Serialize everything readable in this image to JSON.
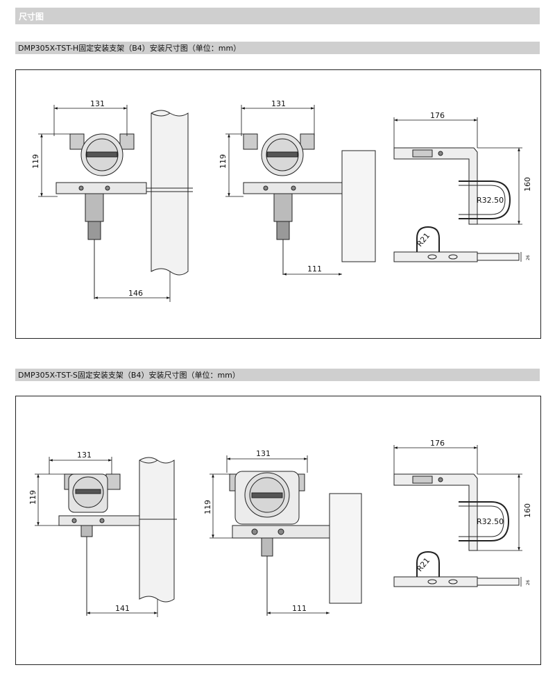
{
  "section_title": "尺寸图",
  "diagrams": [
    {
      "title": "DMP305X-TST-H固定安装支架（B4）安装尺寸图（单位：mm）",
      "pipe_mount": {
        "width": "131",
        "height": "119",
        "offset": "146"
      },
      "wall_mount": {
        "width": "131",
        "height": "119",
        "offset": "111"
      },
      "bracket": {
        "width": "176",
        "height": "160",
        "radius_large": "R32.50",
        "radius_small": "R21",
        "thickness": "26"
      }
    },
    {
      "title": "DMP305X-TST-S固定安装支架（B4）安装尺寸图（单位：mm）",
      "pipe_mount": {
        "width": "131",
        "height": "119",
        "offset": "141"
      },
      "wall_mount": {
        "width": "131",
        "height": "119",
        "offset": "111"
      },
      "bracket": {
        "width": "176",
        "height": "160",
        "radius_large": "R32.50",
        "radius_small": "R21",
        "thickness": "26"
      }
    }
  ]
}
